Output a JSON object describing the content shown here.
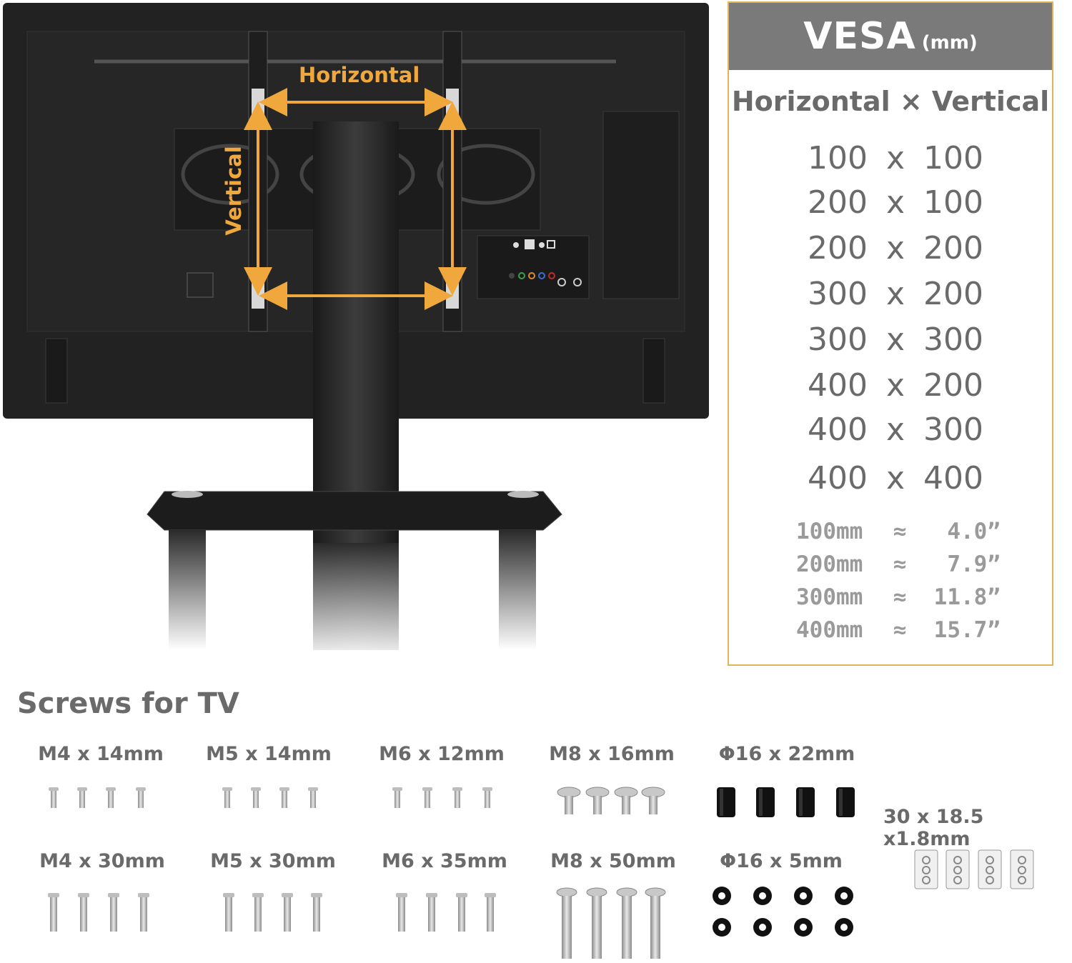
{
  "tv": {
    "horizontal_label": "Horizontal",
    "vertical_label": "Vertical"
  },
  "vesa": {
    "title": "VESA",
    "unit": "(mm)",
    "subtitle": "Horizontal × Vertical",
    "sizes": [
      {
        "h": "100",
        "x": "x",
        "v": "100"
      },
      {
        "h": "200",
        "x": "x",
        "v": "100"
      },
      {
        "h": "200",
        "x": "x",
        "v": "200"
      },
      {
        "h": "300",
        "x": "x",
        "v": "200"
      },
      {
        "h": "300",
        "x": "x",
        "v": "300"
      },
      {
        "h": "400",
        "x": "x",
        "v": "200"
      },
      {
        "h": "400",
        "x": "x",
        "v": "300"
      },
      {
        "h": "400",
        "x": "x",
        "v": "400"
      }
    ],
    "conversions": [
      {
        "mm": "100mm",
        "approx": "≈",
        "inch": "4.0”"
      },
      {
        "mm": "200mm",
        "approx": "≈",
        "inch": "7.9”"
      },
      {
        "mm": "300mm",
        "approx": "≈",
        "inch": "11.8”"
      },
      {
        "mm": "400mm",
        "approx": "≈",
        "inch": "15.7”"
      }
    ]
  },
  "screws": {
    "title": "Screws for TV",
    "items": [
      {
        "label": "M4 x 14mm"
      },
      {
        "label": "M5 x 14mm"
      },
      {
        "label": "M6 x 12mm"
      },
      {
        "label": "M8 x 16mm"
      },
      {
        "label": "Φ16 x 22mm"
      },
      {
        "label": "M4 x 30mm"
      },
      {
        "label": "M5 x 30mm"
      },
      {
        "label": "M6 x 35mm"
      },
      {
        "label": "M8 x 50mm"
      },
      {
        "label": "Φ16 x 5mm"
      },
      {
        "label": "30 x 18.5 x1.8mm"
      }
    ]
  },
  "colors": {
    "accent_orange": "#f0a83c",
    "panel_border": "#e2b35a",
    "header_gray": "#7a7a7a",
    "text_gray": "#6a6a6a"
  }
}
